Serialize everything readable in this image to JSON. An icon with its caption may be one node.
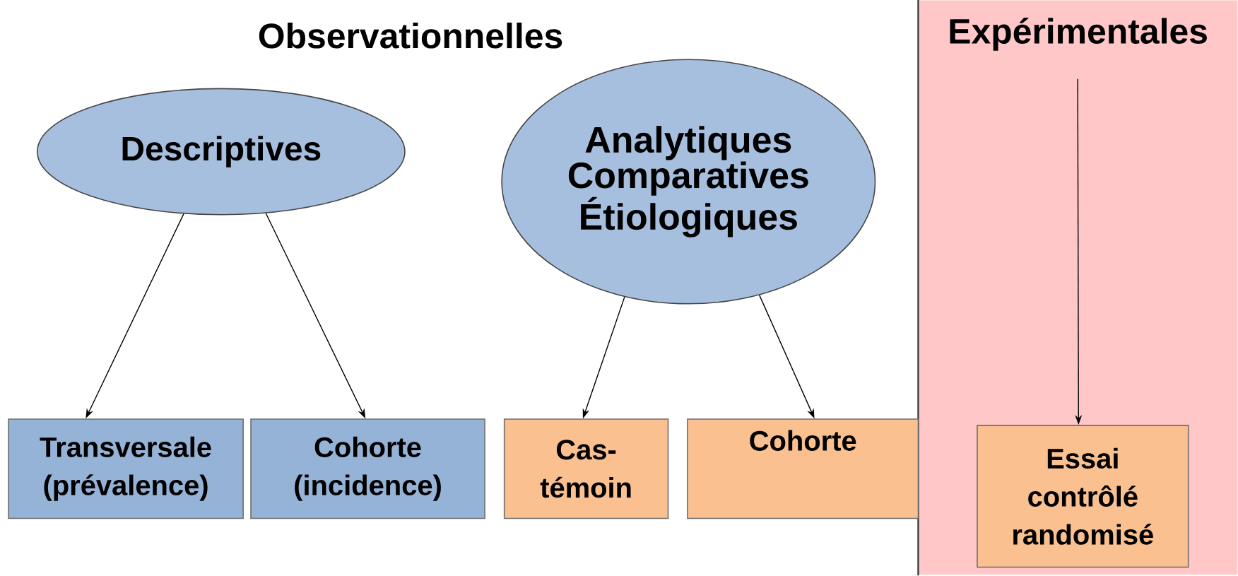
{
  "diagram": {
    "title": "Observationnelles",
    "nodes": [
      {
        "text": [
          "Descriptives"
        ]
      },
      {
        "text": [
          "Analytiques Comparatives Étiologiques"
        ]
      },
      {
        "text": [
          "Expérimentales"
        ]
      },
      {
        "text": [
          "Transversale (prévalence)"
        ]
      },
      {
        "text": [
          "Cohorte (incidence)"
        ]
      },
      {
        "text": [
          "Cas-témoin"
        ]
      },
      {
        "text": [
          "Cohorte"
        ]
      },
      {
        "text": [
          "Essai contrôlé randomisé"
        ],
        "in": 2
      }
    ],
    "edges": [
      {
        "from": 0,
        "to": 3,
        "arrow": "to"
      },
      {
        "from": 0,
        "to": 4,
        "arrow": "to"
      },
      {
        "from": 1,
        "to": 5,
        "arrow": "to"
      },
      {
        "from": 1,
        "to": 6,
        "arrow": "to"
      },
      {
        "from": null,
        "to": 7,
        "arrow": "to"
      }
    ]
  }
}
